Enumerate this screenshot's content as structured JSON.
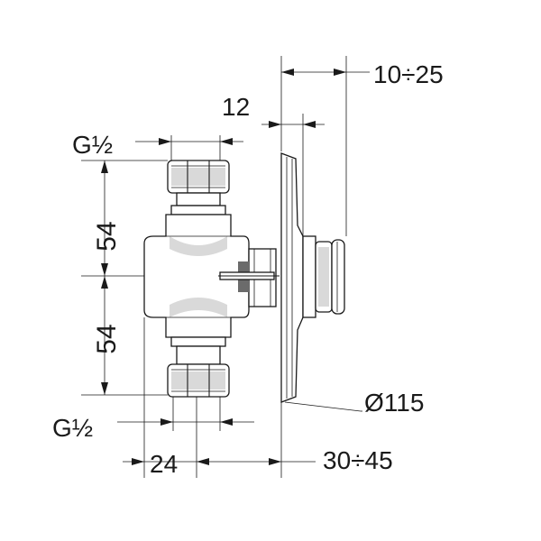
{
  "dimensions": {
    "top_right": "10÷25",
    "top_mid": "12",
    "thread_top": "G½",
    "height_upper": "54",
    "height_lower": "54",
    "thread_bottom": "G½",
    "width_bottom": "24",
    "depth_bottom": "30÷45",
    "diameter": "Ø115"
  },
  "colors": {
    "line": "#1a1a1a",
    "shade": "#d9d9d9"
  }
}
